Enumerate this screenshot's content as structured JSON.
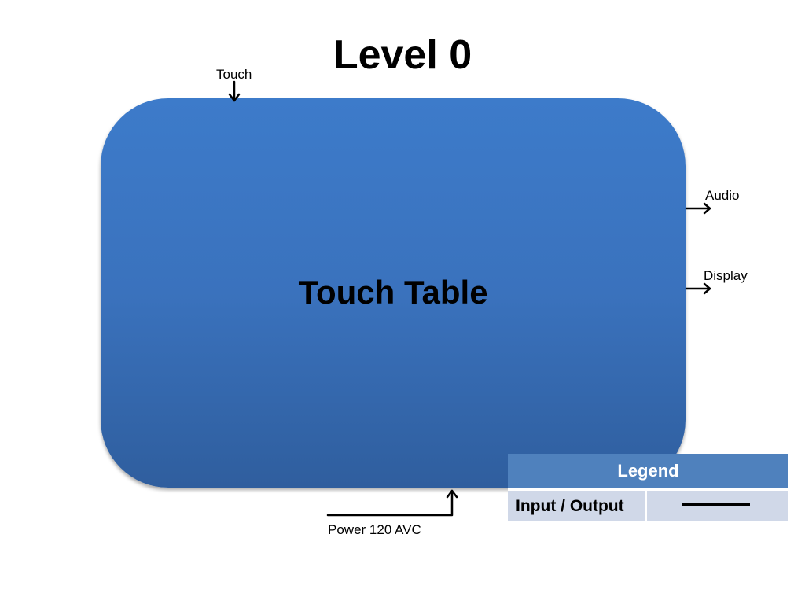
{
  "title": "Level 0",
  "process": {
    "label": "Touch Table",
    "color": "#3a72bd"
  },
  "flows": {
    "touch": "Touch",
    "audio": "Audio",
    "display": "Display",
    "power": "Power 120 AVC"
  },
  "legend": {
    "header": "Legend",
    "header_color": "#4f81bd",
    "row_color": "#d0d8e8",
    "entries": [
      {
        "label": "Input / Output",
        "symbol": "solid-line"
      }
    ]
  }
}
